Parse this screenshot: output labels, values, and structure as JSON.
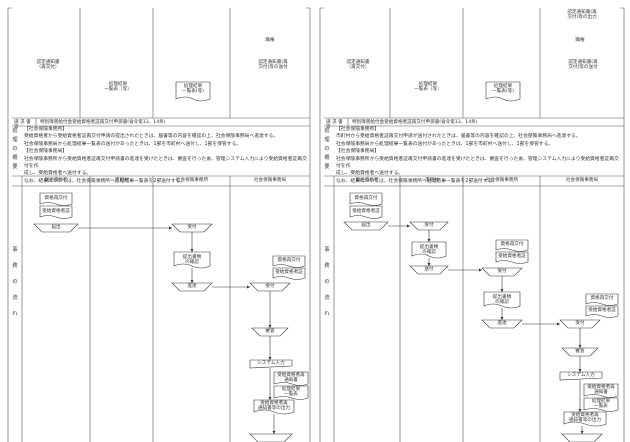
{
  "left": {
    "top": {
      "col2_header": "職権",
      "col1_lines": "認定通知書\n（再交付）",
      "col2_result": "処理結果\n一覧表（等）",
      "col2_box": "処理結果\n一覧表(等)",
      "col3_lines": "認定通知書(再\n交付)等の送付"
    },
    "request_label": "請 求 書 等",
    "request_text": "特別障害給付金受給資格者証再交付申請書(省令第13、14条)",
    "gaiyo_label": "処\n理\nの\n概\n要",
    "notes": "【社会保険事務所】\n受給資格者から受給資格者証再交付申請の提出されたときは、届書等の内容を確認の上、社会保険事務局へ進達する。\n社会保険事務局から処理結果一覧表の送付があったときは、1部を市町村へ送付し、1部を保管する。\n【社会保険事務局】\n社会保険事務所から受給資格者証再交付申請書の進達を受けたときは、審査を行った後、管理システム入力により受給資格者証再交付を作\n成し、受給資格者へ送付する。\n なお、結果については、社会保険事務所へ処理結果一覧表を2部送付する。",
    "col_headers": [
      "受給資格者",
      "市町村",
      "社会保険事務所",
      "社会保険事務局"
    ],
    "flow_label": "事\n\n務\n\nの\n\n流\n\nれ",
    "doc1": "資格再交付",
    "doc2": "受給資格者証",
    "step_submit": "届出",
    "step_receive": "受付",
    "step_check": "提出書類\nの確認",
    "doc3": "資格再交付",
    "doc4": "受給資格者証",
    "step_forward": "進達",
    "step_receive2": "受付",
    "step_review": "審査",
    "step_system": "システム入力",
    "doc5": "受給資格者再\n通知書",
    "doc6": "処理結果\n一覧表",
    "doc7": "受給資格者再\n通知書等の出力"
  },
  "right": {
    "top": {
      "col2_header": "職権",
      "col1_lines": "認定通知書\n（再交付）",
      "col2_result": "処理結果\n一覧表（等）",
      "col2_box": "処理結果\n一覧表(等)",
      "col3_lines": "認定通知書(再\n交付)等の送付",
      "col3_top": "認定通知書(再\n交付)等の出力"
    },
    "request_label": "請 求 書 等",
    "request_text": "特別障害給付金受給資格者証再交付申請書(省令第13、14条)",
    "gaiyo_label": "処\n理\nの\n概\n要",
    "notes": "【社会保険事務所】\n市町村から受給資格者証再交付申請が送付されたときは、届書等の内容を確認の上、社会保険事務局へ進達する。\n社会保険事務局から処理結果一覧表の送付があったときは、1部を市町村へ送付し、1部を保管する。\n【社会保険事務局】\n社会保険事務所から受給資格者証再交付申請書の進達を受けたときは、審査を行った後、管理システム入力により受給資格者証再交付を作\n成し、受給資格者へ送付する。\n なお、結果については、社会保険事務所へ処理結果一覧表を2部送付する。",
    "col_headers": [
      "受給資格者",
      "市町村",
      "社会保険事務所",
      "社会保険事務局"
    ],
    "flow_label": "事\n\n務\n\nの\n\n流\n\nれ",
    "doc1": "資格再交付",
    "doc2": "受給資格者証",
    "step_submit": "届出",
    "step_receive": "受付",
    "step_check_city": "提出書類\nの確認",
    "step_send": "送付",
    "doc3": "資格再交付",
    "doc4": "受給資格者証",
    "step_receive_office": "受付",
    "step_check": "提出書類\nの確認",
    "doc5": "資格再交付",
    "doc6": "受給資格者証",
    "step_forward": "進達",
    "step_receive2": "受付",
    "step_review": "審査",
    "step_system": "システム入力",
    "doc7": "受給資格者再\n通知書",
    "doc8": "処理結果\n一覧表",
    "doc9": "受給資格者再\n通知書等の出力"
  }
}
